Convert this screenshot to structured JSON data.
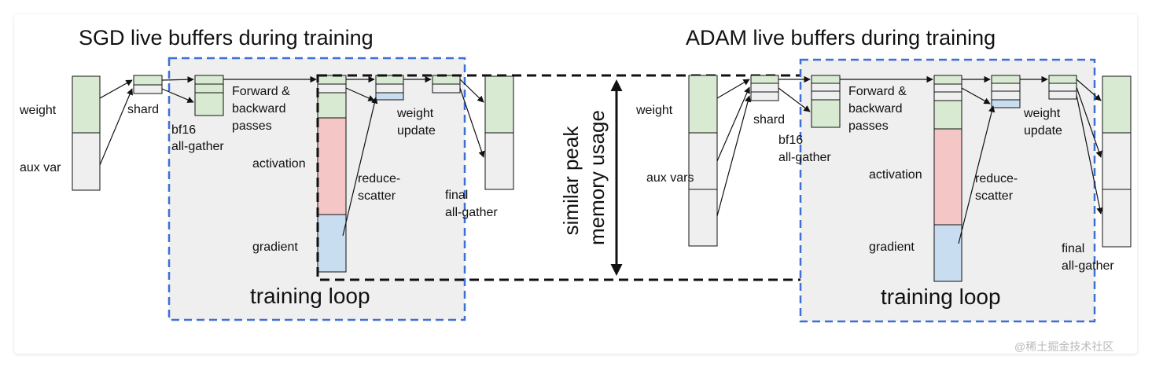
{
  "colors": {
    "weight": "#d9ead3",
    "aux": "#efefef",
    "activation": "#f4c7c6",
    "gradient": "#c9ddf0",
    "loop_border": "#3d6fd6",
    "loop_fill": "#efefef"
  },
  "sgd": {
    "title": "SGD live buffers during training",
    "weight": "weight",
    "aux": "aux var",
    "shard": "shard",
    "bf16": "bf16",
    "allgather": "all-gather",
    "fb1": "Forward &",
    "fb2": "backward",
    "fb3": "passes",
    "activation": "activation",
    "gradient": "gradient",
    "reduce": "reduce-",
    "scatter": "scatter",
    "wu1": "weight",
    "wu2": "update",
    "final": "final",
    "final_ag": "all-gather",
    "loop": "training loop"
  },
  "adam": {
    "title": "ADAM live buffers during training",
    "weight": "weight",
    "aux": "aux vars",
    "shard": "shard",
    "bf16": "bf16",
    "allgather": "all-gather",
    "fb1": "Forward &",
    "fb2": "backward",
    "fb3": "passes",
    "activation": "activation",
    "gradient": "gradient",
    "reduce": "reduce-",
    "scatter": "scatter",
    "wu1": "weight",
    "wu2": "update",
    "final": "final",
    "final_ag": "all-gather",
    "loop": "training loop"
  },
  "center": {
    "line1": "similar peak",
    "line2": "memory usage"
  },
  "watermark": "@稀土掘金技术社区"
}
